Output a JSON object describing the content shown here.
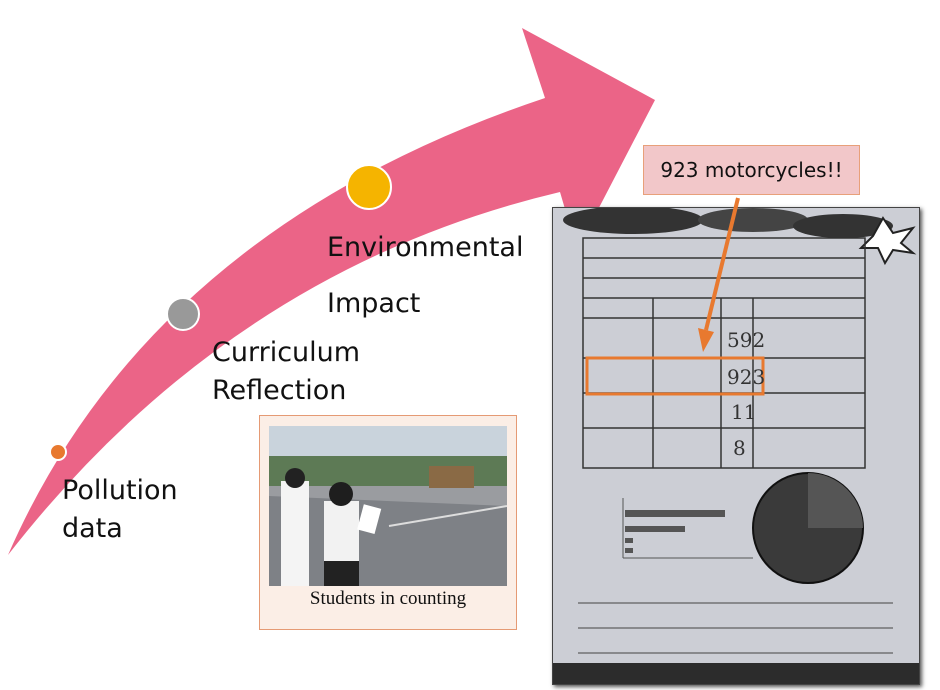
{
  "timeline": {
    "stages": [
      {
        "label_line1": "Pollution",
        "label_line2": "data",
        "color": "#e8792f"
      },
      {
        "label_line1": "Curriculum",
        "label_line2": "Reflection",
        "color": "#999999"
      },
      {
        "label_line1": "Environmental",
        "label_line2": "Impact",
        "color": "#f5b400"
      }
    ],
    "arrow_color": "#eb6487"
  },
  "callout": {
    "text": "923 motorcycles!!",
    "arrow_color": "#e8792f"
  },
  "photo": {
    "caption": "Students in counting"
  },
  "worksheet": {
    "counts": [
      "592",
      "923",
      "11",
      "8"
    ],
    "highlight_color": "#e8792f"
  }
}
